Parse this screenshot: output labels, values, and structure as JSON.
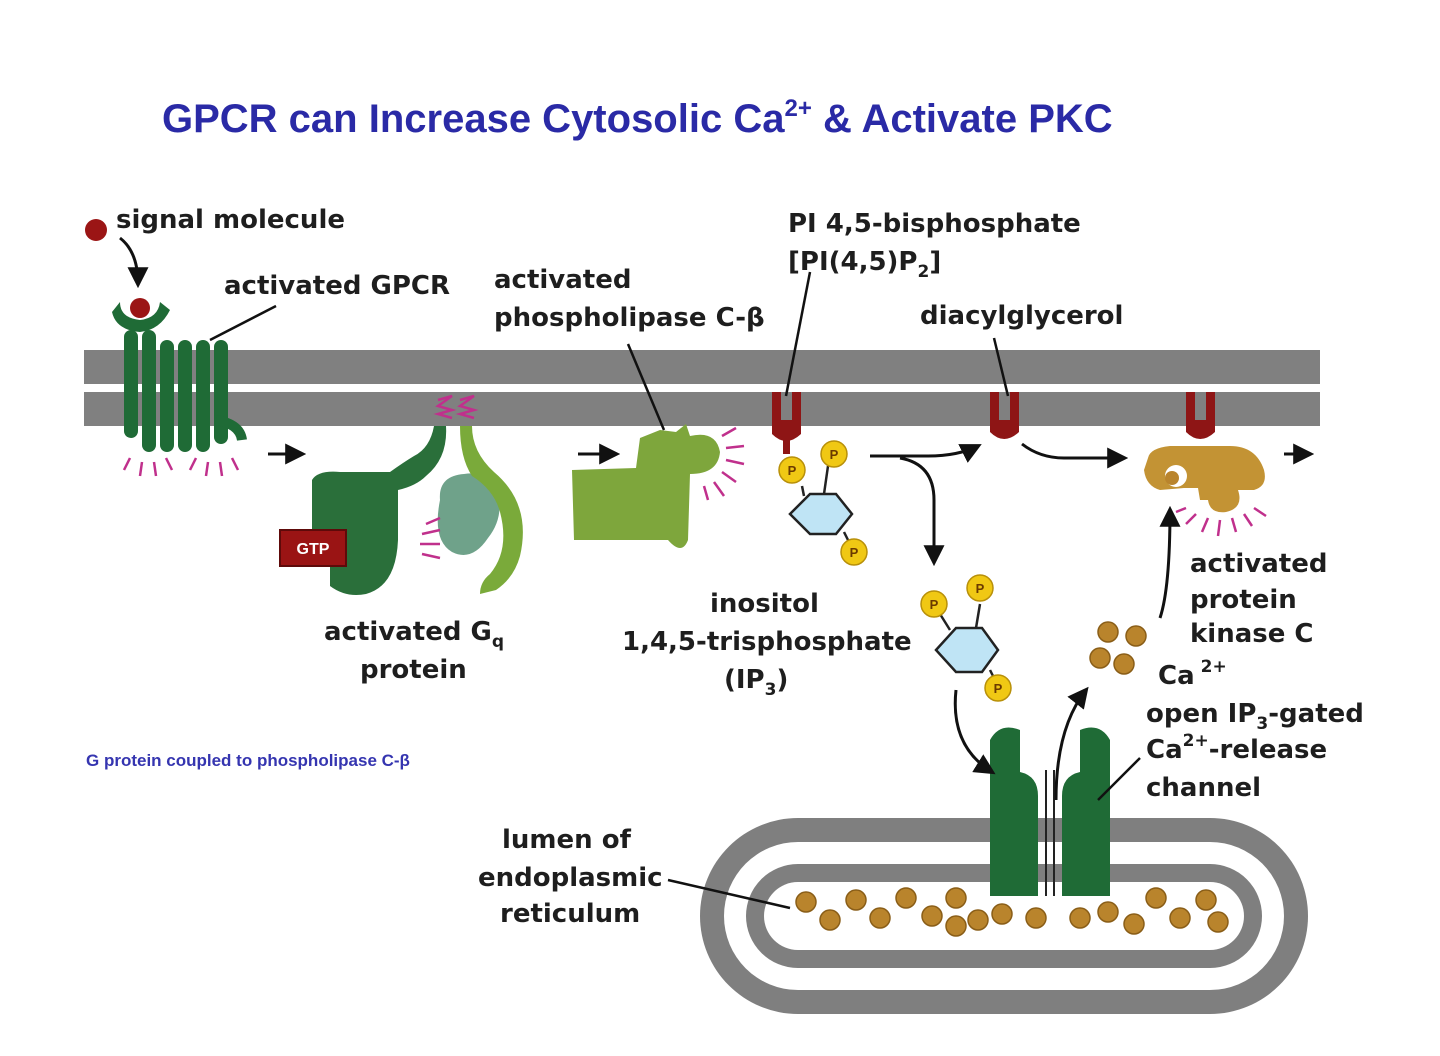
{
  "title": {
    "main": "GPCR can Increase Cytosolic Ca",
    "sup": "2+",
    "tail": " & Activate PKC"
  },
  "caption": "G protein coupled to phospholipase C-β",
  "labels": {
    "signal_molecule": "signal molecule",
    "activated_gpcr": "activated GPCR",
    "plc_line1": "activated",
    "plc_line2": "phospholipase C-β",
    "pip2_line1": "PI 4,5-bisphosphate",
    "pip2_line2_a": "[PI(4,5)P",
    "pip2_line2_sub": "2",
    "pip2_line2_b": "]",
    "dag": "diacylglycerol",
    "gq_line1_a": "activated G",
    "gq_line1_sub": "q",
    "gq_line2": "protein",
    "ip3_line1": "inositol",
    "ip3_line2": "1,4,5-trisphosphate",
    "ip3_line3_a": "(IP",
    "ip3_line3_sub": "3",
    "ip3_line3_b": ")",
    "pkc_line1": "activated",
    "pkc_line2": "protein",
    "pkc_line3": "kinase C",
    "ca_a": "Ca",
    "ca_sup": "2+",
    "channel_line1_a": "open IP",
    "channel_line1_sub": "3",
    "channel_line1_b": "-gated",
    "channel_line2_a": "Ca",
    "channel_line2_sup": "2+",
    "channel_line2_b": "-release",
    "channel_line3": "channel",
    "er_line1": "lumen of",
    "er_line2": "endoplasmic",
    "er_line3": "reticulum"
  },
  "gtp_label": "GTP",
  "phosphate_label": "P",
  "colors": {
    "title": "#2a2aa6",
    "membrane": "#808080",
    "receptor": "#1f6b36",
    "g_alpha": "#2a6f3a",
    "g_beta": "#6fa28a",
    "g_gamma": "#7aaa3a",
    "plc": "#7ea63c",
    "pkc": "#c39334",
    "lipid": "#8e1515",
    "phosphate": "#f0c814",
    "inositol": "#bfe4f5",
    "calcium": "#b9842c",
    "magenta": "#c0308c"
  }
}
